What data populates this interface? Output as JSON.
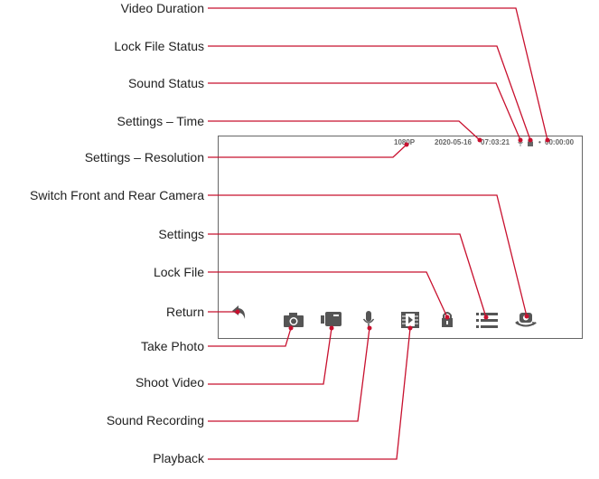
{
  "diagram": {
    "accent_color": "#c8102e",
    "labels": {
      "video_duration": "Video Duration",
      "lock_file_status": "Lock File Status",
      "sound_status": "Sound Status",
      "settings_time": "Settings – Time",
      "settings_resolution": "Settings – Resolution",
      "switch_camera": "Switch Front and Rear Camera",
      "settings": "Settings",
      "lock_file": "Lock File",
      "return": "Return",
      "take_photo": "Take Photo",
      "shoot_video": "Shoot Video",
      "sound_recording": "Sound Recording",
      "playback": "Playback"
    },
    "screen": {
      "resolution": "1080P",
      "date": "2020-05-16",
      "time": "07:03:21",
      "duration": "00:00:00",
      "icons": {
        "sound_status": "microphone-icon",
        "lock_status": "lock-icon",
        "return": "return-arrow-icon",
        "take_photo": "camera-icon",
        "shoot_video": "video-camera-icon",
        "sound_recording": "microphone-icon",
        "playback": "film-play-icon",
        "lock_file": "lock-icon",
        "settings": "list-menu-icon",
        "switch_camera": "rotate-camera-icon"
      }
    }
  }
}
